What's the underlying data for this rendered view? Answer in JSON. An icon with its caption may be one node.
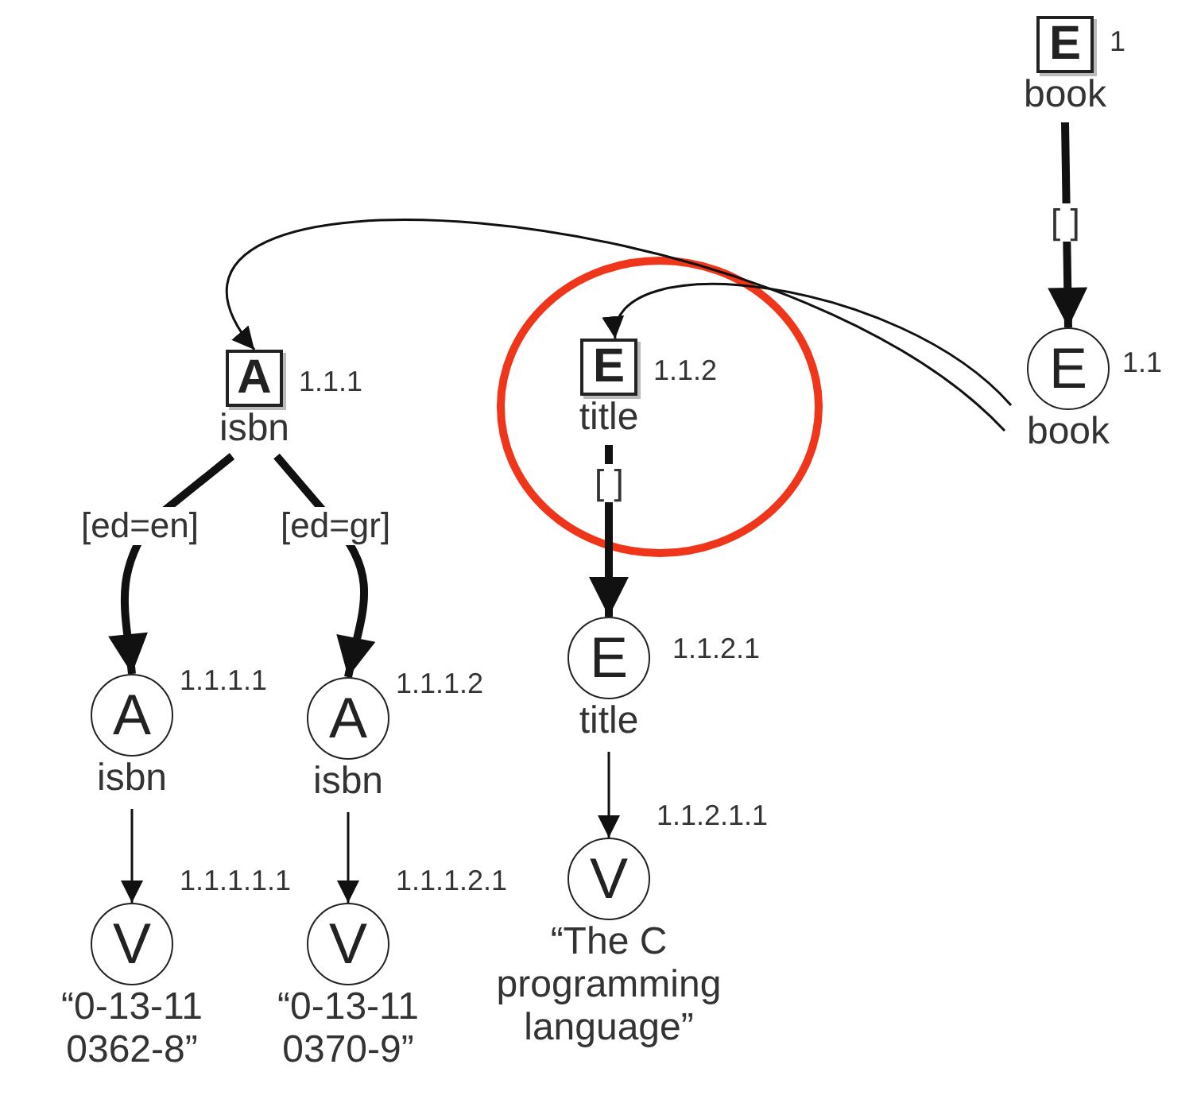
{
  "diagram": {
    "nodes": [
      {
        "text": [
          "E",
          "book"
        ],
        "beside": [
          "1"
        ]
      },
      {
        "text": [
          "E",
          "book"
        ],
        "beside": [
          "1.1"
        ]
      },
      {
        "text": [
          "A",
          "isbn"
        ],
        "beside": [
          "1.1.1"
        ]
      },
      {
        "text": [
          "E",
          "title"
        ],
        "beside": [
          "1.1.2"
        ]
      },
      {
        "text": [
          "A",
          "isbn"
        ],
        "beside": [
          "1.1.1.1"
        ]
      },
      {
        "text": [
          "A",
          "isbn"
        ],
        "beside": [
          "1.1.1.2"
        ]
      },
      {
        "text": [
          "E",
          "title"
        ],
        "beside": [
          "1.1.2.1"
        ]
      },
      {
        "text": [
          "V",
          "“0-13-11 0362-8”"
        ],
        "beside": [
          "1.1.1.1.1"
        ]
      },
      {
        "text": [
          "V",
          "“0-13-11 0370-9”"
        ],
        "beside": [
          "1.1.1.2.1"
        ]
      },
      {
        "text": [
          "V",
          "“The C programming language”"
        ],
        "beside": [
          "1.1.2.1.1"
        ]
      }
    ],
    "edges": [
      {
        "from": 0,
        "to": 1,
        "arrow": "to",
        "label": "[ ]",
        "style": "thick"
      },
      {
        "from": 1,
        "to": 2,
        "arrow": "to"
      },
      {
        "from": 1,
        "to": 3,
        "arrow": "to"
      },
      {
        "from": 2,
        "to": 4,
        "arrow": "to",
        "label": "[ed=en]",
        "style": "thick"
      },
      {
        "from": 2,
        "to": 5,
        "arrow": "to",
        "label": "[ed=gr]",
        "style": "thick"
      },
      {
        "from": 3,
        "to": 6,
        "arrow": "to",
        "label": "[ ]",
        "style": "thick"
      },
      {
        "from": 4,
        "to": 7,
        "arrow": "to"
      },
      {
        "from": 5,
        "to": 8,
        "arrow": "to"
      },
      {
        "from": 6,
        "to": 9,
        "arrow": "to"
      }
    ]
  }
}
